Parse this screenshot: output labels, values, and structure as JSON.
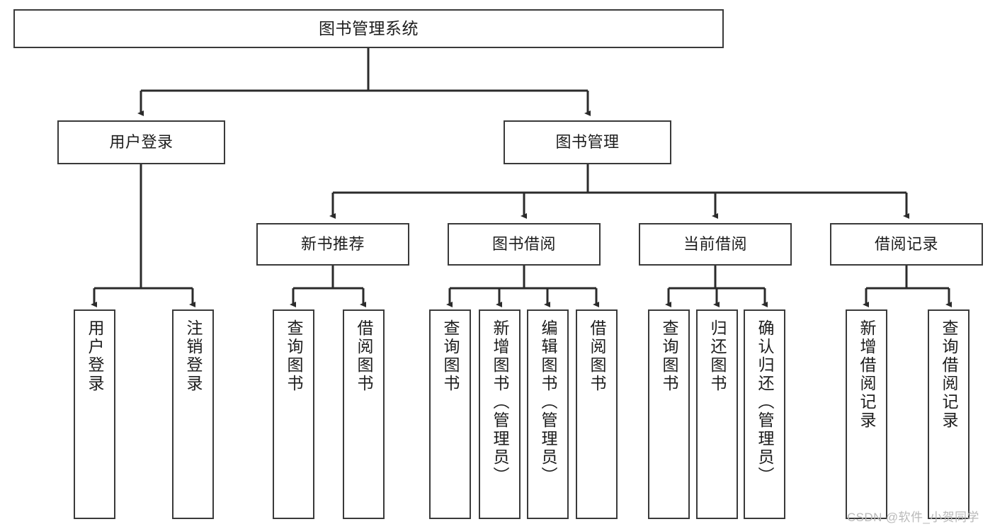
{
  "diagram": {
    "title": "图书管理系统",
    "type": "hierarchy-tree",
    "watermark": "CSDN @软件_小贺同学",
    "colors": {
      "box_border": "#3a3a3a",
      "box_fill": "#ffffff",
      "edge": "#2b2b2b",
      "text": "#1d1d1d",
      "watermark": "#b9b9b9"
    },
    "root": {
      "label": "图书管理系统"
    },
    "level2": [
      {
        "label": "用户登录"
      },
      {
        "label": "图书管理"
      }
    ],
    "level3": [
      {
        "label": "新书推荐"
      },
      {
        "label": "图书借阅"
      },
      {
        "label": "当前借阅"
      },
      {
        "label": "借阅记录"
      }
    ],
    "leaves": {
      "user_login": [
        {
          "label": "用户登录"
        },
        {
          "label": "注销登录"
        }
      ],
      "new_book_recommend": [
        {
          "label": "查询图书"
        },
        {
          "label": "借阅图书"
        }
      ],
      "book_borrow": [
        {
          "label": "查询图书"
        },
        {
          "label": "新增图书（管理员）"
        },
        {
          "label": "编辑图书（管理员）"
        },
        {
          "label": "借阅图书"
        }
      ],
      "current_borrow": [
        {
          "label": "查询图书"
        },
        {
          "label": "归还图书"
        },
        {
          "label": "确认归还（管理员）"
        }
      ],
      "borrow_records": [
        {
          "label": "新增借阅记录"
        },
        {
          "label": "查询借阅记录"
        }
      ]
    }
  }
}
